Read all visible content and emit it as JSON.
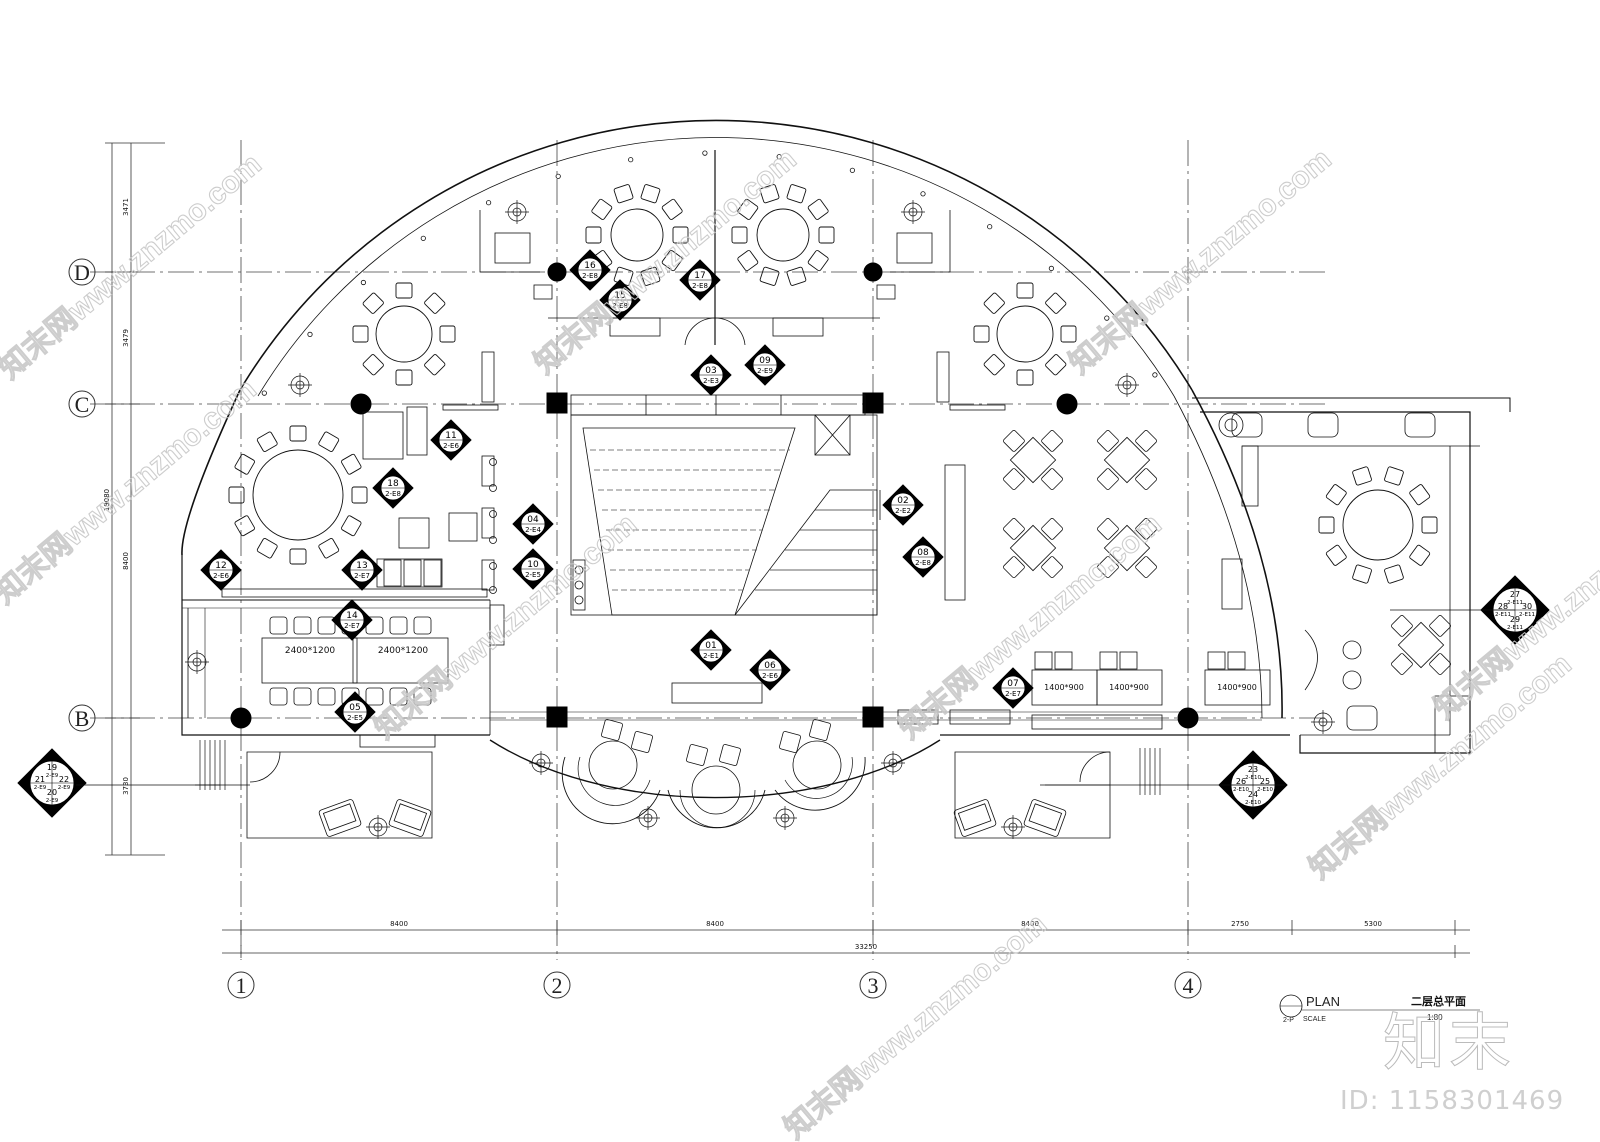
{
  "drawing": {
    "title_cn": "二层总平面",
    "plan_label": "PLAN",
    "plan_sheet": "2-P",
    "scale_label": "SCALE",
    "scale_value": "1:80"
  },
  "grid": {
    "columns": [
      "1",
      "2",
      "3",
      "4"
    ],
    "rows": [
      "D",
      "C",
      "B"
    ]
  },
  "dimensions": {
    "bottom_spans": [
      "8400",
      "8400",
      "8400",
      "2750",
      "5300"
    ],
    "bottom_total": "33250",
    "left_spans": [
      "3471",
      "3479",
      "8400",
      "3730"
    ],
    "left_total": "19080"
  },
  "tables": {
    "long_tables": [
      "2400*1200",
      "2400*1200"
    ],
    "booth_tables": [
      "1400*900",
      "1400*900",
      "1400*900"
    ]
  },
  "callouts": {
    "single": [
      {
        "num": "01",
        "ref": "2-E1"
      },
      {
        "num": "02",
        "ref": "2-E2"
      },
      {
        "num": "03",
        "ref": "2-E3"
      },
      {
        "num": "04",
        "ref": "2-E4"
      },
      {
        "num": "05",
        "ref": "2-E5"
      },
      {
        "num": "06",
        "ref": "2-E6"
      },
      {
        "num": "07",
        "ref": "2-E7"
      },
      {
        "num": "08",
        "ref": "2-E8"
      },
      {
        "num": "09",
        "ref": "2-E9"
      },
      {
        "num": "10",
        "ref": "2-E5"
      },
      {
        "num": "11",
        "ref": "2-E6"
      },
      {
        "num": "12",
        "ref": "2-E6"
      },
      {
        "num": "13",
        "ref": "2-E7"
      },
      {
        "num": "14",
        "ref": "2-E7"
      },
      {
        "num": "15",
        "ref": "2-E8"
      },
      {
        "num": "16",
        "ref": "2-E8"
      },
      {
        "num": "17",
        "ref": "2-E8"
      },
      {
        "num": "18",
        "ref": "2-E8"
      }
    ],
    "quad": [
      {
        "nums": [
          "19",
          "22",
          "20",
          "21"
        ],
        "refs": [
          "2-E9",
          "2-E9",
          "2-E9",
          "2-E9"
        ]
      },
      {
        "nums": [
          "23",
          "25",
          "24",
          "26"
        ],
        "refs": [
          "2-E10",
          "2-E10",
          "2-E10",
          "2-E10"
        ]
      },
      {
        "nums": [
          "27",
          "30",
          "29",
          "28"
        ],
        "refs": [
          "2-E11",
          "2-E11",
          "2-E11",
          "2-E11"
        ]
      }
    ]
  },
  "watermark": {
    "cn": "知末网",
    "url": "www.znzmo.com",
    "logo": "知末",
    "id_label": "ID: 1158301469"
  }
}
